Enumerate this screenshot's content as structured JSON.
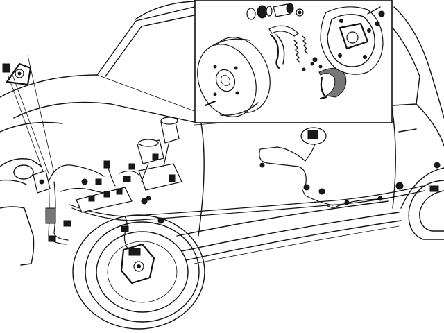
{
  "diagram": {
    "kind": "exploded brake system line drawing",
    "colors": {
      "ink": "#111111",
      "paper": "#ffffff",
      "shade": "#777777"
    },
    "views": [
      "vehicle-body",
      "front-wheel",
      "rear-wheel",
      "brake-line-circuit",
      "master-cylinder",
      "brake-drum-inset"
    ],
    "inset_parts": [
      "brake-drum",
      "brake-shoes",
      "return-springs",
      "wheel-cylinder",
      "backing-plate"
    ]
  }
}
